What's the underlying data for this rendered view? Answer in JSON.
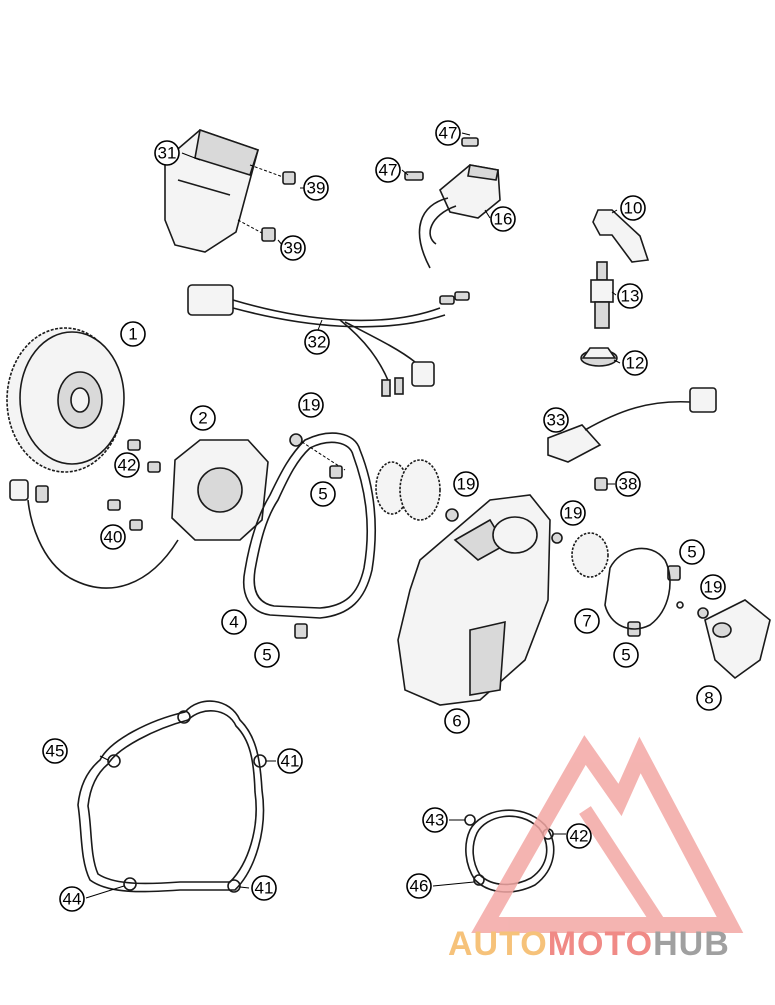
{
  "callouts": {
    "c1": "1",
    "c2": "2",
    "c4": "4",
    "c5a": "5",
    "c5b": "5",
    "c5c": "5",
    "c5d": "5",
    "c6": "6",
    "c7": "7",
    "c8": "8",
    "c10": "10",
    "c12": "12",
    "c13": "13",
    "c16": "16",
    "c19a": "19",
    "c19b": "19",
    "c19c": "19",
    "c19d": "19",
    "c31": "31",
    "c32": "32",
    "c33": "33",
    "c38": "38",
    "c39a": "39",
    "c39b": "39",
    "c40": "40",
    "c41a": "41",
    "c41b": "41",
    "c42a": "42",
    "c42b": "42",
    "c43": "43",
    "c44": "44",
    "c45": "45",
    "c46": "46",
    "c47a": "47",
    "c47b": "47"
  },
  "watermark": {
    "part1": "AUTO",
    "part2": "MOTO",
    "part3": "HUB",
    "color_auto": "#f6c27a",
    "color_moto": "#f08a86",
    "color_hub": "#a0a0a0",
    "triangle_color": "#f3a7a4"
  }
}
